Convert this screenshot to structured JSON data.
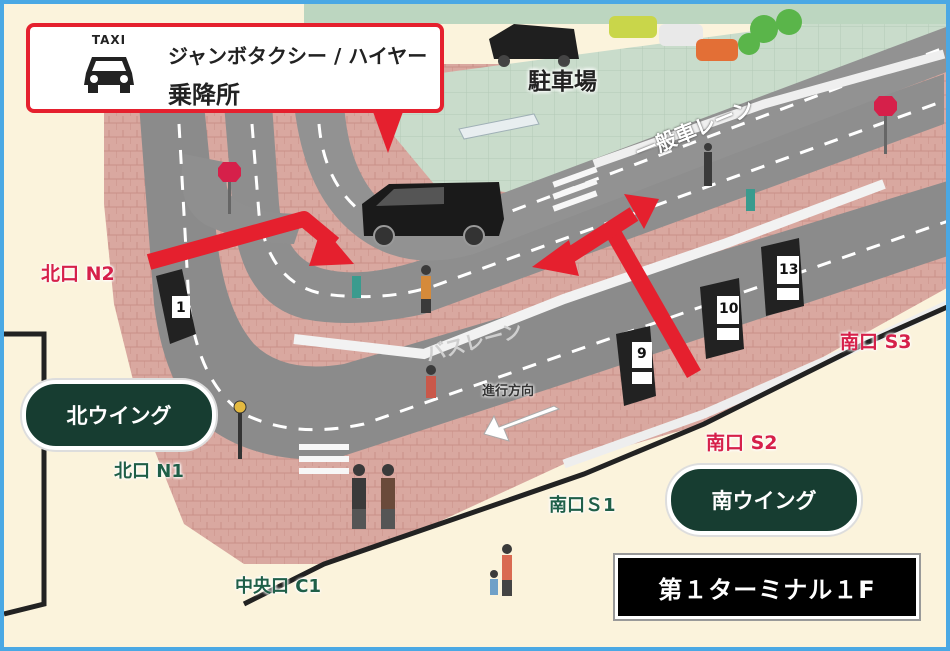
{
  "callout": {
    "taxi_word": "TAXI",
    "line1": "ジャンボタクシー / ハイヤー",
    "line2": "乗降所",
    "icon": "taxi-car-icon",
    "border_color": "#e5202e"
  },
  "areas": {
    "parking": "駐車場",
    "general_lane": "一般車レーン",
    "bus_lane": "バスレーン",
    "travel_direction": "進行方向"
  },
  "exits": {
    "north_n2": "北口 N2",
    "north_n1": "北口 N1",
    "south_s3": "南口 S3",
    "south_s2": "南口 S2",
    "south_s1": "南口Ｓ1",
    "central_c1": "中央口 C1"
  },
  "wings": {
    "north": "北ウイング",
    "south": "南ウイング"
  },
  "terminal": "第１ターミナル１F",
  "bus_stops": [
    {
      "number": "1"
    },
    {
      "number": "9"
    },
    {
      "number": "10"
    },
    {
      "number": "13"
    }
  ],
  "colors": {
    "frame": "#4aa8e4",
    "arrow": "#e5202e",
    "wing_bg": "#173d31",
    "exit_red": "#d6204a",
    "exit_green": "#1f5f48"
  }
}
